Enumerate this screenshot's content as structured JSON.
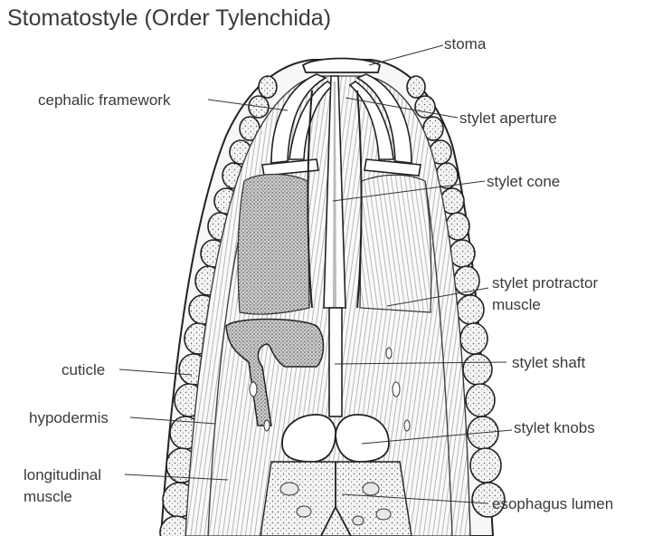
{
  "title": "Stomatostyle (Order Tylenchida)",
  "labels": {
    "stoma": "stoma",
    "cephalic_framework": "cephalic framework",
    "stylet_aperture": "stylet aperture",
    "stylet_cone": "stylet cone",
    "stylet_protractor_muscle_1": "stylet protractor",
    "stylet_protractor_muscle_2": "muscle",
    "stylet_shaft": "stylet shaft",
    "cuticle": "cuticle",
    "hypodermis": "hypodermis",
    "stylet_knobs": "stylet knobs",
    "longitudinal_muscle_1": "longitudinal",
    "longitudinal_muscle_2": "muscle",
    "esophagus_lumen": "esophagus lumen"
  }
}
